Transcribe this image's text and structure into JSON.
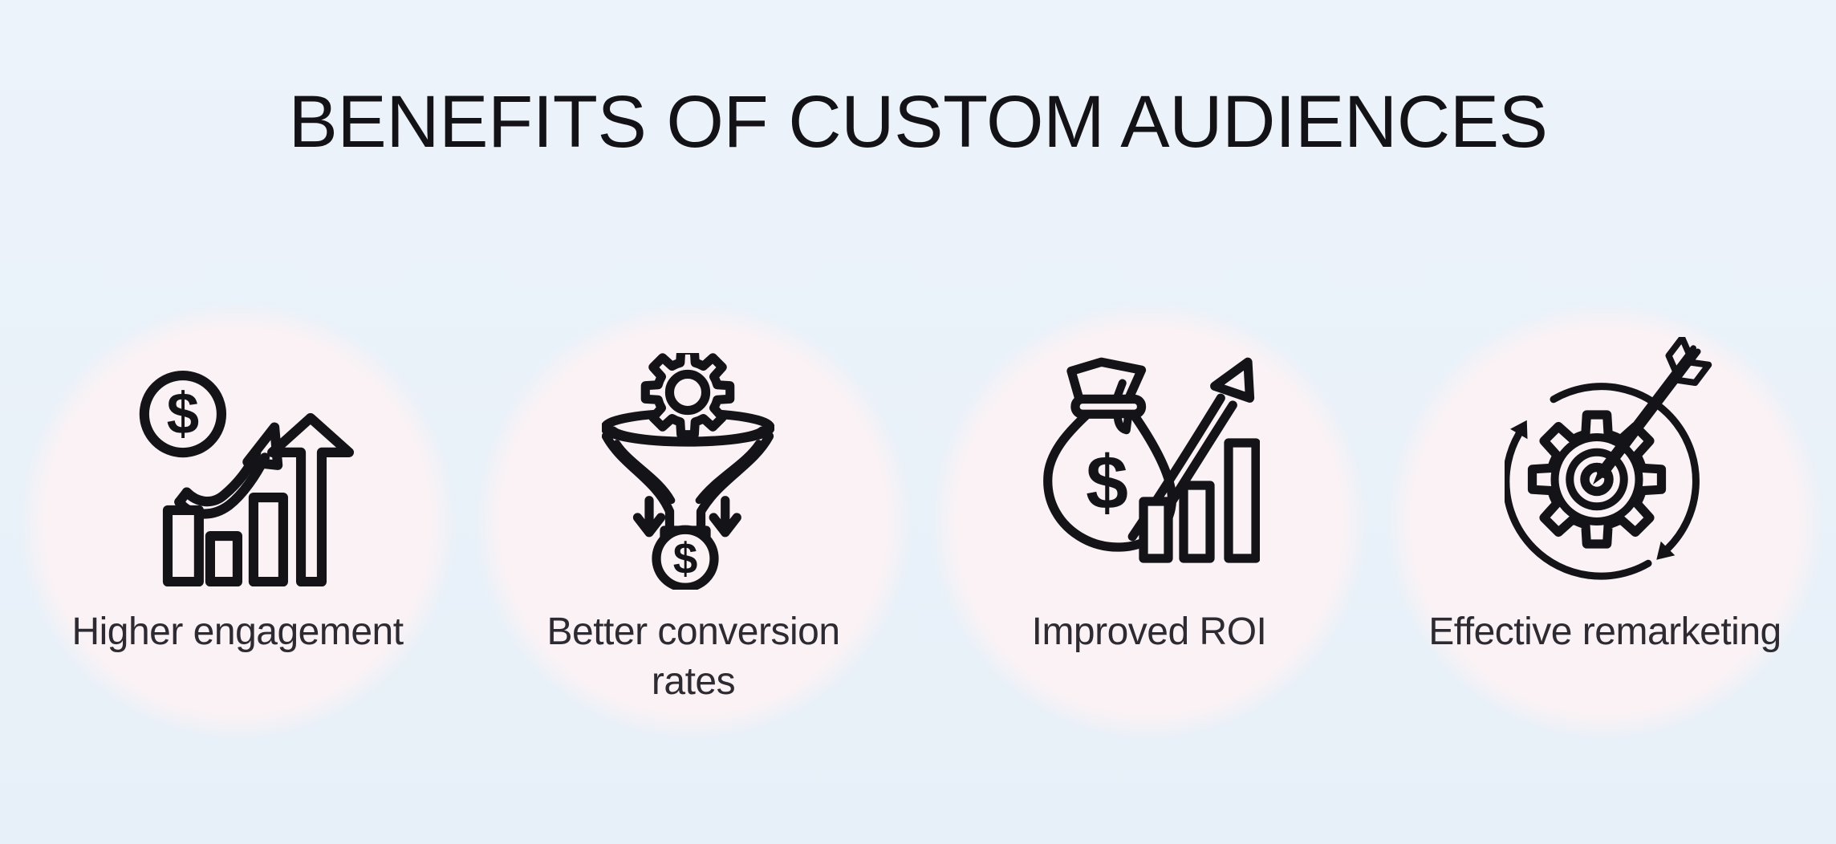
{
  "title": "BENEFITS OF CUSTOM AUDIENCES",
  "colors": {
    "background": "#e9f1f9",
    "circle_fill": "#faf2f5",
    "icon_ink": "#141418",
    "title_color": "#131317",
    "label_color": "#2d2b31"
  },
  "benefits": [
    {
      "label": "Higher engagement",
      "icon": "engagement-growth-icon"
    },
    {
      "label": "Better conversion rates",
      "icon": "conversion-funnel-icon"
    },
    {
      "label": "Improved ROI",
      "icon": "roi-money-bag-icon"
    },
    {
      "label": "Effective remarketing",
      "icon": "remarketing-target-icon"
    }
  ],
  "icon_glyphs": {
    "dollar": "$"
  }
}
